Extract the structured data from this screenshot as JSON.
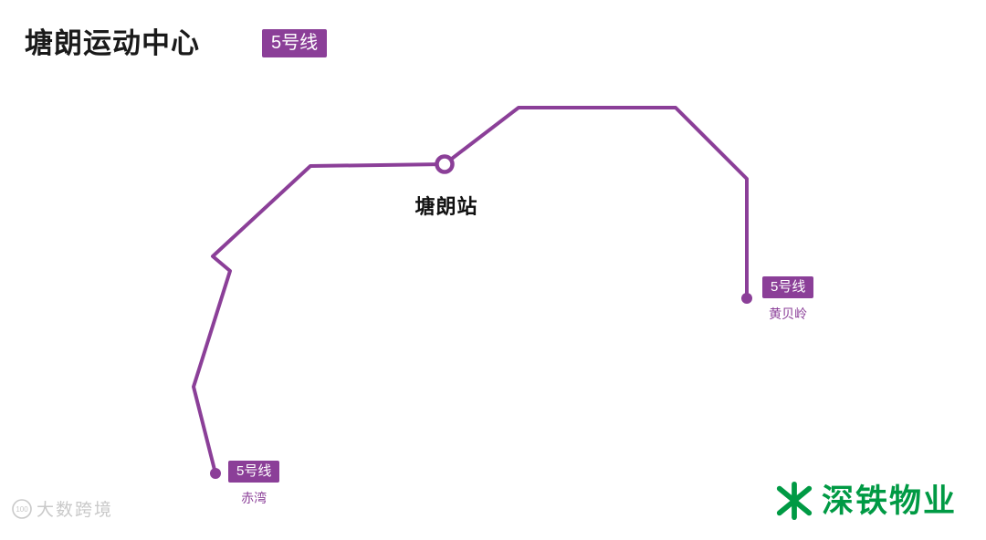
{
  "title": "塘朗运动中心",
  "line": {
    "name": "5号线",
    "color": "#8b3f98"
  },
  "station": {
    "name": "塘朗站"
  },
  "terminals": {
    "chiwan": {
      "badge": "5号线",
      "name": "赤湾"
    },
    "huangbeiling": {
      "badge": "5号线",
      "name": "黄贝岭"
    }
  },
  "watermark": {
    "logo_text": "100",
    "text": "大数跨境"
  },
  "brand": {
    "name": "深铁物业",
    "color": "#009a44"
  }
}
